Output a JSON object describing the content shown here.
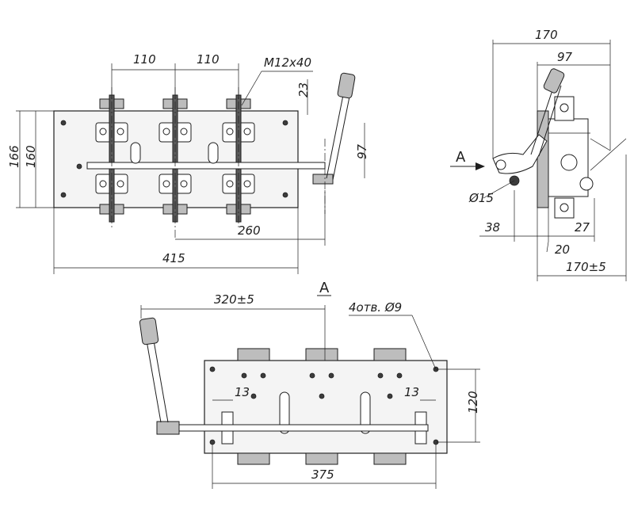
{
  "top_view": {
    "dims": {
      "pitch1": "110",
      "pitch2": "110",
      "bolt": "M12х40",
      "offset23": "23",
      "h97": "97",
      "h166": "166",
      "h160": "160",
      "w260": "260",
      "w415": "415"
    }
  },
  "side_view": {
    "dims": {
      "w170": "170",
      "w97": "97",
      "d15": "Ø15",
      "w38": "38",
      "w27": "27",
      "w20": "20",
      "w170tol": "170±5"
    },
    "view_arrow_label": "А"
  },
  "bottom_view": {
    "title": "А",
    "dims": {
      "handle320": "320±5",
      "holes": "4отв. Ø9",
      "off13a": "13",
      "off13b": "13",
      "h120": "120",
      "w375": "375"
    }
  },
  "colors": {
    "line": "#1e1e1e",
    "plate": "#f4f4f4",
    "dark_fill": "#5a5a5a"
  }
}
